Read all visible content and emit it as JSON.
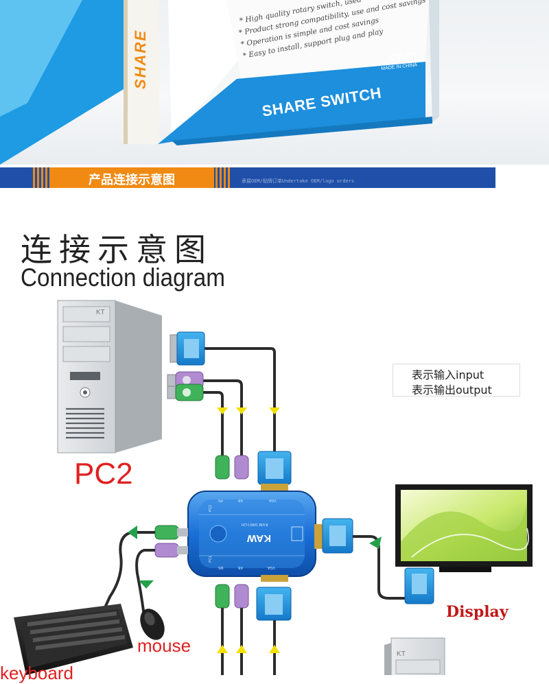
{
  "product_box": {
    "features": [
      "* High quality rotary switch, used",
      "* Product strong compatibility, use and cost savings",
      "* Operation is simple and cost savings",
      "* Easy to install, support plug and play"
    ],
    "brand_vertical": "SHARE",
    "brand_name": "SHARE SWITCH",
    "cert_marks": "CE FC",
    "made_in": "MADE IN CHINA"
  },
  "section_banner": {
    "title": "产品连接示意图",
    "subtitle": "承接OEM/贴牌订单Undertake OEM/logo orders",
    "colors": {
      "blue": "#1f4fa8",
      "orange": "#f08a12"
    }
  },
  "diagram": {
    "title_cn": "连接示意图",
    "title_en": "Connection diagram",
    "legend": {
      "input_label": "表示输入input",
      "output_label": "表示输出output",
      "input_color": "#f2e000",
      "output_color": "#22a04a"
    },
    "labels": {
      "pc2": "PC2",
      "display": "Display",
      "mouse": "mouse",
      "keyboard": "keyboard"
    },
    "pc_badge": "KT",
    "switch": {
      "brand": "KAW",
      "model": "KVM SWITCH",
      "port_top_ps": "PS",
      "port_top_kb": "KB",
      "port_top_vga": "VGA",
      "port_bottom_ms": "MS",
      "port_bottom_kb": "KB",
      "port_bottom_vga": "VGA",
      "side_pc2": "PC2",
      "side_pc1": "PC1"
    },
    "colors": {
      "pc2_label": "#e02020",
      "display_label": "#c01818",
      "switch_blue": "#1a6fd6"
    }
  }
}
